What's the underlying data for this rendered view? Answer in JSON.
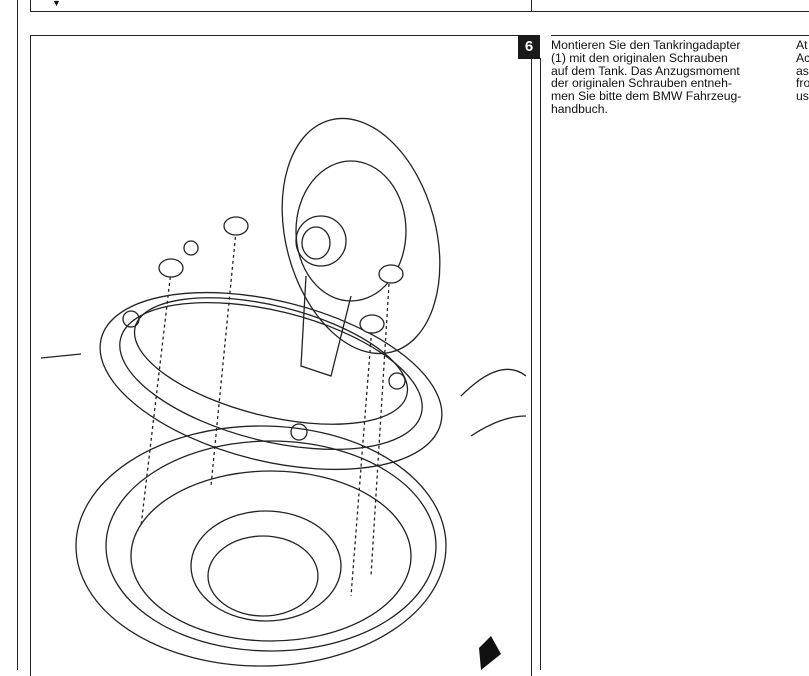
{
  "step": {
    "number": "6",
    "text_de": "Montieren Sie den Tankringadapter\n(1) mit den originalen Schrauben\nauf dem Tank. Das Anzugsmoment\nder originalen Schrauben entneh-\nmen Sie bitte dem BMW Fahrzeug-\nhandbuch.",
    "text_en_partial": "At\nAc\nas\nfro\nus"
  }
}
